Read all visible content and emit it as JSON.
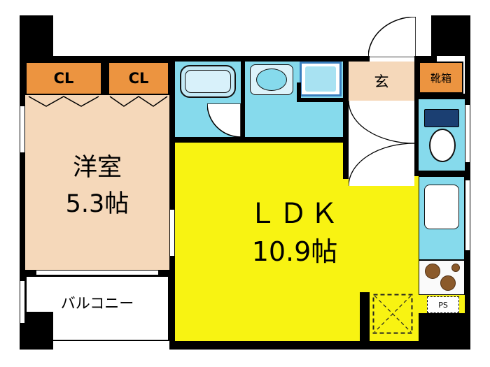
{
  "plan": {
    "type": "apartment-floor-plan",
    "labels": {
      "closet1": "CL",
      "closet2": "CL",
      "western_room_name": "洋室",
      "western_room_size": "5.3帖",
      "ldk_name": "ＬＤＫ",
      "ldk_size": "10.9帖",
      "balcony": "バルコニー",
      "entrance": "玄",
      "shoe_box": "靴箱",
      "pipe_space": "PS"
    },
    "rooms": [
      {
        "id": "western_room",
        "name": "洋室",
        "size_jo": "5.3帖"
      },
      {
        "id": "ldk",
        "name": "ＬＤＫ",
        "size_jo": "10.9帖"
      }
    ],
    "colors": {
      "wall": "#000000",
      "closet_orange": "#ec9440",
      "room_peach": "#f5d8ba",
      "ldk_yellow": "#f8f312",
      "water_cyan": "#86daec",
      "tub_fill": "#c3e9f5",
      "washer_blue": "#3a7fbf",
      "toilet_tank_navy": "#1b3f72",
      "burner_brown": "#8b5a2b",
      "balcony_white": "#ffffff"
    },
    "icons": {
      "bathtub": "rounded-rect",
      "washbasin": "oval-in-rounded-rect",
      "washing_machine": "bordered-square",
      "toilet": "tank-and-bowl",
      "kitchen_sink": "rounded-rect",
      "stove_burners": "brown-circles",
      "refrigerator_space": "dashed-square-with-x",
      "door_swing": "quarter-circle-arc",
      "closet_bifold_doors": "zigzag"
    }
  }
}
